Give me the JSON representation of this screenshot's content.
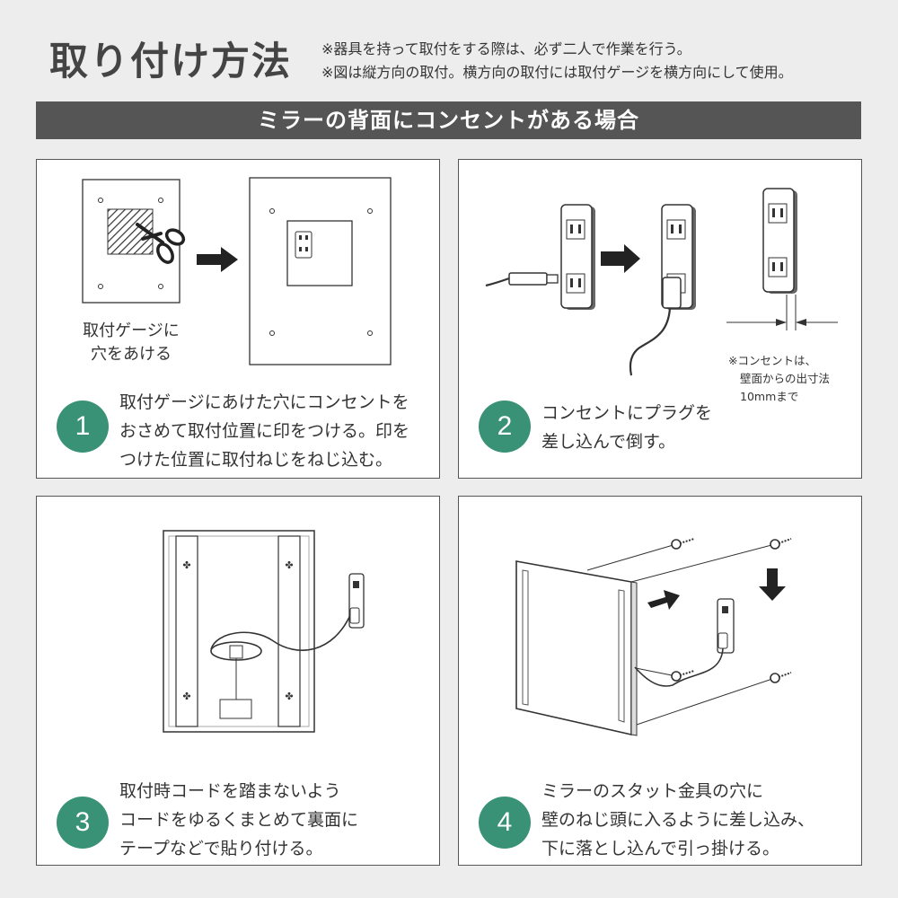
{
  "header": {
    "title": "取り付け方法",
    "notes": [
      "※器具を持って取付をする際は、必ず二人で作業を行う。",
      "※図は縦方向の取付。横方向の取付には取付ゲージを横方向にして使用。"
    ]
  },
  "banner": "ミラーの背面にコンセントがある場合",
  "colors": {
    "accent": "#3a9276",
    "banner": "#555555",
    "background": "#ededed"
  },
  "steps": [
    {
      "number": "1",
      "label_lines": [
        "取付ゲージに",
        "穴をあける"
      ],
      "lines": [
        "取付ゲージにあけた穴にコンセントを",
        "おさめて取付位置に印をつける。印を",
        "つけた位置に取付ねじをねじ込む。"
      ],
      "icons": [
        "scissors-icon",
        "arrow-right-icon",
        "outlet-icon"
      ]
    },
    {
      "number": "2",
      "note_lines": [
        "※コンセントは、",
        "壁面からの出寸法",
        "10mmまで"
      ],
      "lines": [
        "コンセントにプラグを",
        "差し込んで倒す。"
      ],
      "icons": [
        "plug-icon",
        "arrow-right-icon",
        "outlet-icon"
      ]
    },
    {
      "number": "3",
      "lines": [
        "取付時コードを踏まないよう",
        "コードをゆるくまとめて裏面に",
        "テープなどで貼り付ける。"
      ],
      "icons": [
        "mirror-back-icon",
        "outlet-icon"
      ]
    },
    {
      "number": "4",
      "lines": [
        "ミラーのスタット金具の穴に",
        "壁のねじ頭に入るように差し込み、",
        "下に落とし込んで引っ掛ける。"
      ],
      "icons": [
        "mirror-icon",
        "screw-icon",
        "arrow-right-icon",
        "arrow-down-icon"
      ]
    }
  ]
}
